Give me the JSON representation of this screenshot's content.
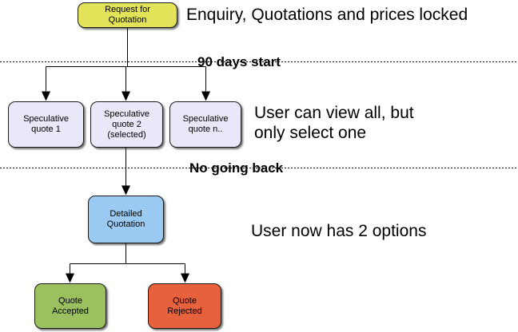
{
  "flowchart": {
    "title_hint": "Quotation process flowchart",
    "nodes": [
      {
        "id": "request-for-quotation",
        "label": "Request for\nQuotation",
        "fill": "#e3e35a"
      },
      {
        "id": "speculative-quote-1",
        "label": "Speculative\nquote 1",
        "fill": "#e8e8f8"
      },
      {
        "id": "speculative-quote-2",
        "label": "Speculative\nquote 2\n(selected)",
        "fill": "#e8e8f8"
      },
      {
        "id": "speculative-quote-n",
        "label": "Speculative\nquote n..",
        "fill": "#e8e8f8"
      },
      {
        "id": "detailed-quotation",
        "label": "Detailed\nQuotation",
        "fill": "#9acaf2"
      },
      {
        "id": "quote-accepted",
        "label": "Quote\nAccepted",
        "fill": "#9bc05f"
      },
      {
        "id": "quote-rejected",
        "label": "Quote\nRejected",
        "fill": "#e8613d"
      }
    ],
    "annotations": {
      "top_note": "Enquiry, Quotations and prices locked",
      "phase1_label": "90 days start",
      "middle_note": "User can view all, but\nonly select one",
      "phase2_label": "No going back",
      "bottom_note": "User now has 2 options"
    },
    "colors": {
      "line": "#000000",
      "background": "#ffffff",
      "node_text": "#000000"
    }
  }
}
